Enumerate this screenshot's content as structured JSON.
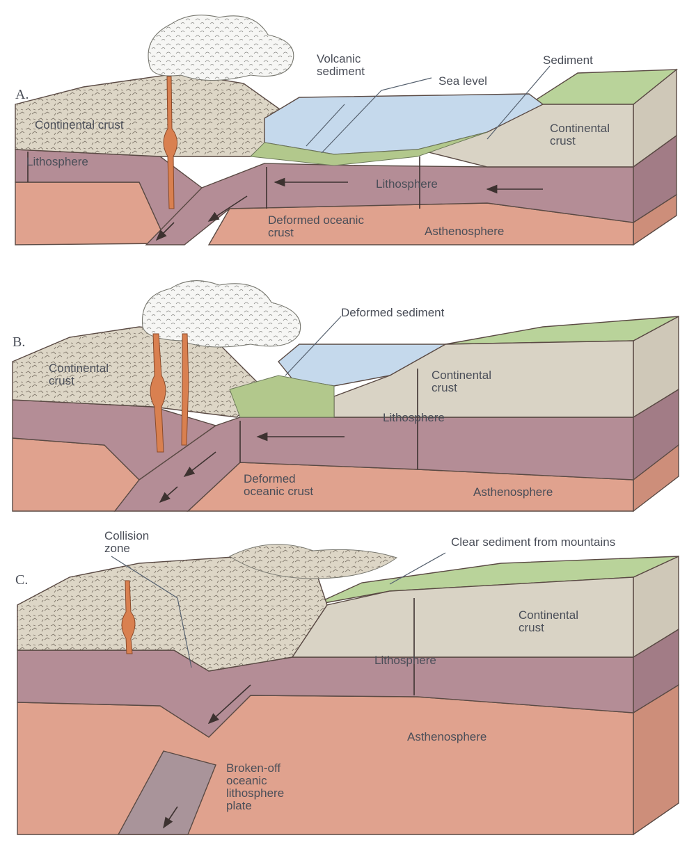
{
  "panels": [
    {
      "letter": "A.",
      "labels": {
        "volcanic_sediment": [
          "Volcanic",
          "sediment"
        ],
        "sea_level": "Sea level",
        "sediment": "Sediment",
        "continental_crust_left": "Continental crust",
        "lithosphere_left": "Lithosphere",
        "continental_crust_right": [
          "Continental",
          "crust"
        ],
        "lithosphere_center": "Lithosphere",
        "deformed_oceanic_crust": [
          "Deformed oceanic",
          "crust"
        ],
        "asthenosphere": "Asthenosphere"
      }
    },
    {
      "letter": "B.",
      "labels": {
        "deformed_sediment": "Deformed sediment",
        "continental_crust_left": [
          "Continental",
          "crust"
        ],
        "continental_crust_right": [
          "Continental",
          "crust"
        ],
        "lithosphere": "Lithosphere",
        "deformed_oceanic_crust": [
          "Deformed",
          "oceanic crust"
        ],
        "asthenosphere": "Asthenosphere"
      }
    },
    {
      "letter": "C.",
      "labels": {
        "collision_zone": [
          "Collision",
          "zone"
        ],
        "clear_sediment": "Clear sediment from mountains",
        "continental_crust": [
          "Continental",
          "crust"
        ],
        "lithosphere": "Lithosphere",
        "asthenosphere": "Asthenosphere",
        "broken_off": [
          "Broken-off",
          "oceanic",
          "lithosphere",
          "plate"
        ]
      }
    }
  ],
  "colors": {
    "crust": "#d9d3c5",
    "lithosphere": "#b48d96",
    "asthenosphere": "#e0a28e",
    "sea": "#c5d9ec",
    "land_top": "#b9d39a",
    "magma": "#d98050"
  }
}
